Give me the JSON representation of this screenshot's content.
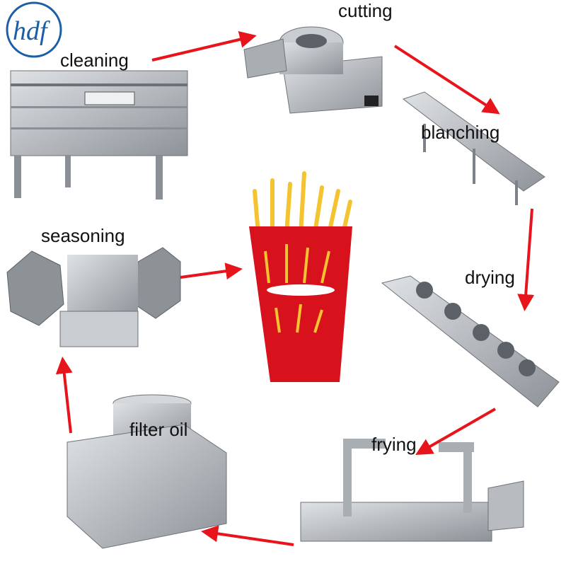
{
  "logo": {
    "text": "hdf",
    "color": "#1b5fa8"
  },
  "steps": [
    {
      "id": "cleaning",
      "label": "cleaning"
    },
    {
      "id": "cutting",
      "label": "cutting"
    },
    {
      "id": "blanching",
      "label": "blanching"
    },
    {
      "id": "drying",
      "label": "drying"
    },
    {
      "id": "frying",
      "label": "frying"
    },
    {
      "id": "filter-oil",
      "label": "filter oil"
    },
    {
      "id": "seasoning",
      "label": "seasoning"
    }
  ],
  "flow": [
    [
      "cleaning",
      "cutting"
    ],
    [
      "cutting",
      "blanching"
    ],
    [
      "blanching",
      "drying"
    ],
    [
      "drying",
      "frying"
    ],
    [
      "frying",
      "filter-oil"
    ],
    [
      "filter-oil",
      "seasoning"
    ],
    [
      "seasoning",
      "product"
    ]
  ],
  "colors": {
    "arrow": "#e8141c",
    "steel": "#b8bcc0",
    "steel_dark": "#7d8288",
    "fries": "#f4c430",
    "cup": "#d8121c"
  }
}
